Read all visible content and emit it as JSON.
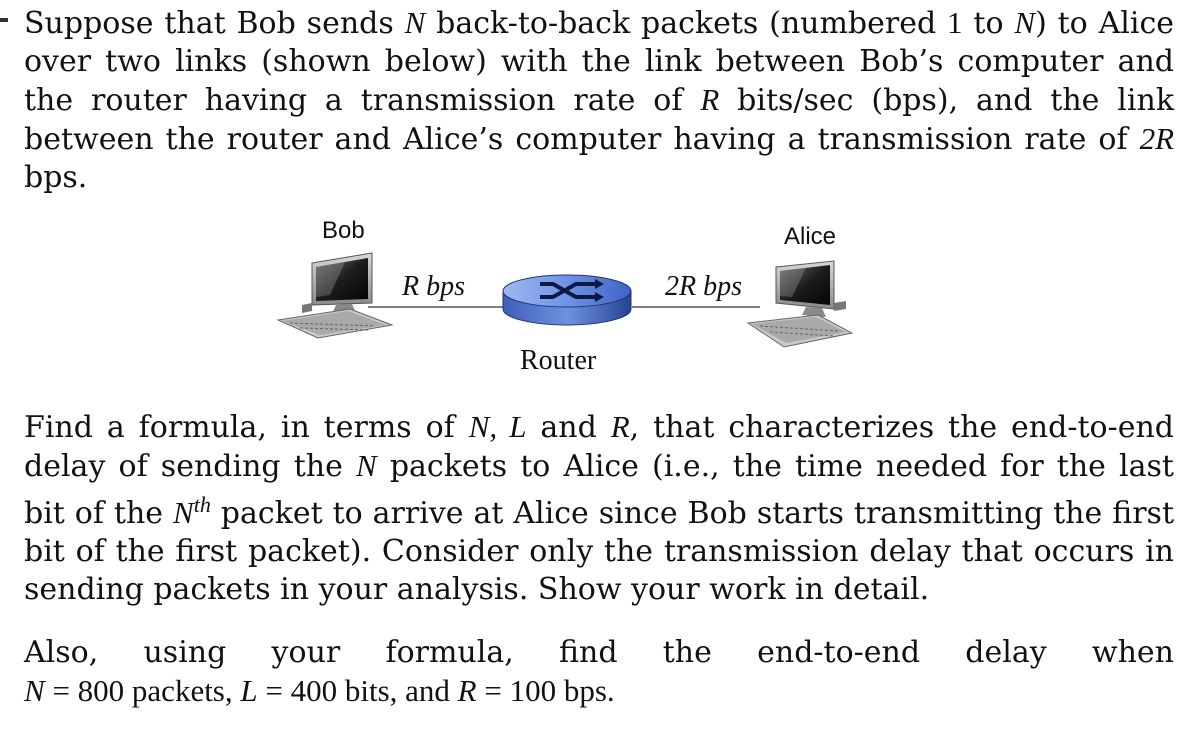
{
  "intro": {
    "t1": "Suppose that Bob sends ",
    "N": "N",
    "t2": " back-to-back packets (numbered ",
    "one": "1",
    "t3": " to ",
    "N2": "N",
    "t4": ") to Alice over two links (shown below) with the link between Bob’s computer and the router having a transmission rate of ",
    "R": "R",
    "t5": " bits/sec (bps), and the link between the router and Alice’s computer having a transmission rate of ",
    "twoR": "2R",
    "t6": " bps."
  },
  "diagram": {
    "bob_label": "Bob",
    "alice_label": "Alice",
    "router_label": "Router",
    "link1_rate": "R bps",
    "link2_rate": "2R bps",
    "router_color": "#4a73d9"
  },
  "question": {
    "t1": "Find a formula, in terms of ",
    "vars": "N, L",
    "t2": " and ",
    "R": "R",
    "t3": ", that characterizes the end-to-end delay of sending the ",
    "N": "N",
    "t4": " packets to Alice (i.e., the time needed for the last bit of the ",
    "Nth_base": "N",
    "Nth_sup": "th",
    "t5": " packet to arrive at Alice since Bob starts transmitting the first bit of the first packet). Consider only the transmission delay that occurs in sending packets in your analysis. Show your work in detail."
  },
  "also": {
    "line1": "Also, using your formula, find the end-to-end delay when",
    "N_var": "N",
    "N_val": " = 800 packets, ",
    "L_var": "L",
    "L_val": " = 400 bits, and ",
    "R_var": "R",
    "R_val": " = 100 bps."
  }
}
